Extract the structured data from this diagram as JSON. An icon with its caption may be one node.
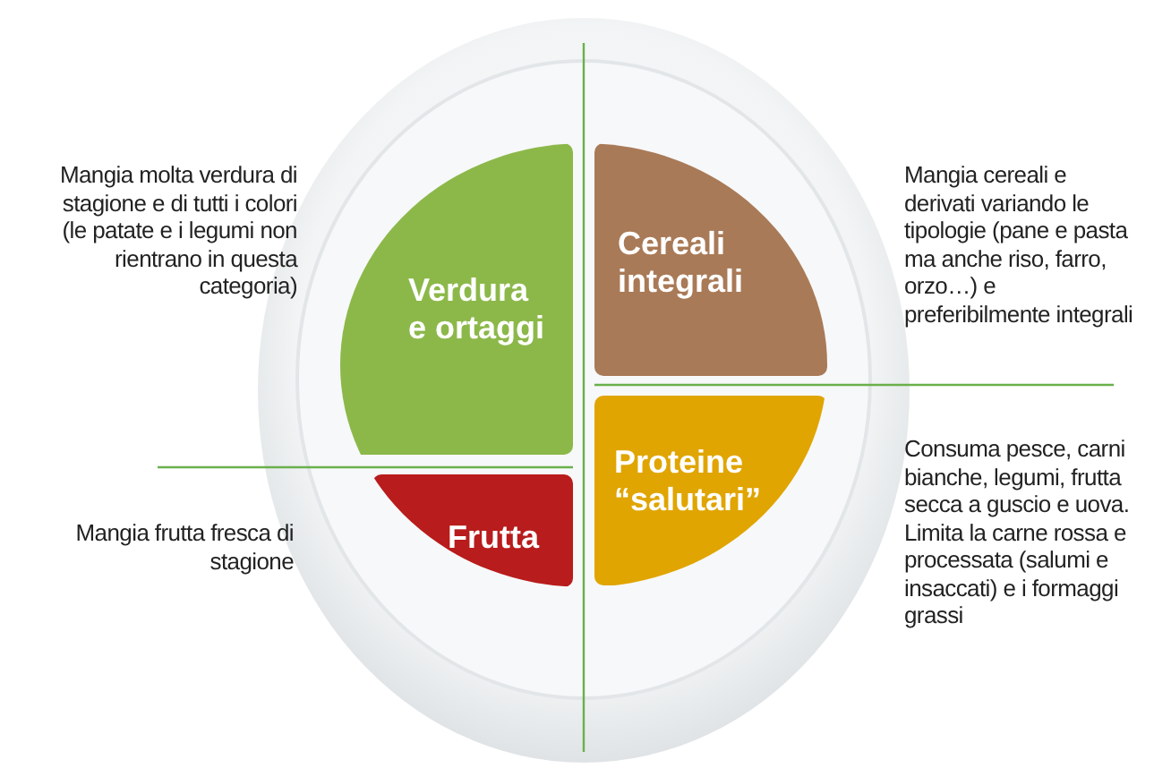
{
  "diagram": {
    "nodes": [
      {
        "text": [
          "Verdura e ortaggi"
        ]
      },
      {
        "text": [
          "Cereali integrali"
        ]
      },
      {
        "text": [
          "Proteine “salutari”"
        ]
      },
      {
        "text": [
          "Frutta"
        ]
      }
    ],
    "labels": [
      "Mangia molta verdura di stagione e di tutti i colori (le patate e i legumi non rientrano in questa categoria)",
      "Mangia cereali e derivati variando le tipologie (pane e pasta ma anche riso, farro, orzo…) e preferibilmente integrali",
      "Consuma pesce, carni bianche, legumi, frutta secca a guscio e uova. Limita la carne rossa e  processata (salumi e insaccati) e i formaggi grassi",
      "Mangia frutta fresca di stagione"
    ]
  }
}
